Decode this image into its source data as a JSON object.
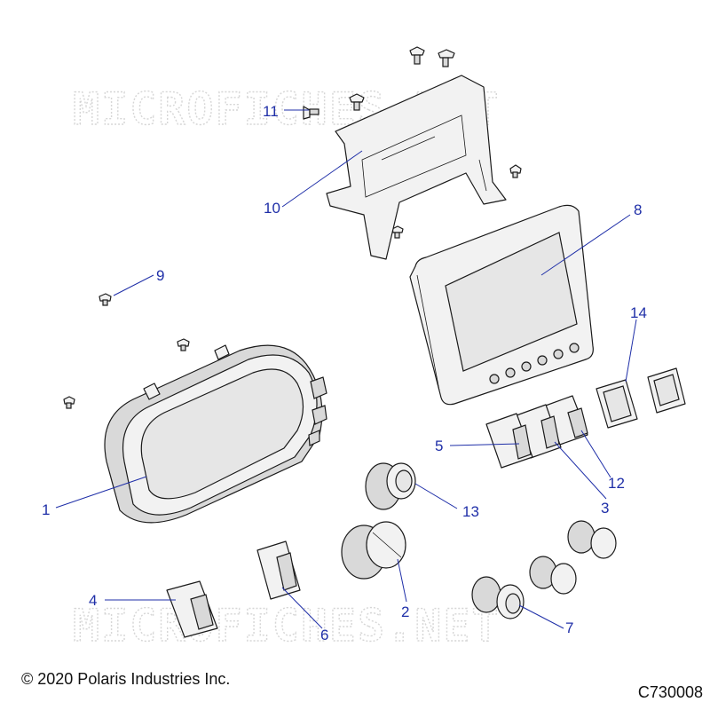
{
  "watermark": "MICROFICHES.NET",
  "copyright": "© 2020 Polaris Industries Inc.",
  "diagram_id": "C730008",
  "callouts": {
    "c1": "1",
    "c2": "2",
    "c3": "3",
    "c4": "4",
    "c5": "5",
    "c6": "6",
    "c7": "7",
    "c8": "8",
    "c9": "9",
    "c10": "10",
    "c11": "11",
    "c12": "12",
    "c13": "13",
    "c14": "14"
  },
  "colors": {
    "callout": "#1f2fa8",
    "line_art": "#1a1a1a",
    "watermark": "#d6d6d6"
  }
}
